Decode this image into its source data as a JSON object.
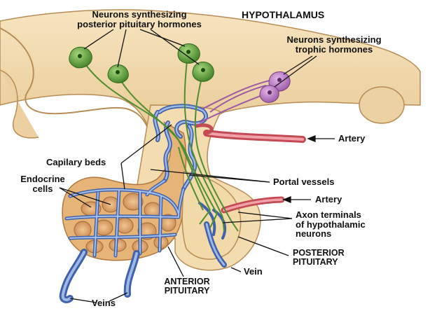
{
  "labels": {
    "posterior_neurons": [
      "Neurons synthesizing",
      "posterior pituitary hormones"
    ],
    "hypothalamus": "HYPOTHALAMUS",
    "trophic_neurons": [
      "Neurons synthesizing",
      "trophic hormones"
    ],
    "artery_upper": "Artery",
    "capillary_beds": "Capilary beds",
    "endocrine_cells": [
      "Endocrine",
      "cells"
    ],
    "portal_vessels": "Portal vessels",
    "artery_lower": "Artery",
    "axon_terminals": [
      "Axon terminals",
      "of hypothalamic",
      "neurons"
    ],
    "posterior_pituitary": [
      "POSTERIOR",
      "PITUITARY"
    ],
    "vein": "Vein",
    "anterior_pituitary": [
      "ANTERIOR",
      "PITUITARY"
    ],
    "veins": "Veins"
  },
  "colors": {
    "tissue": "#f2dcae",
    "tissue_dark": "#e3bf84",
    "anterior": "#e9b576",
    "cell": "#d8985c",
    "vein": "#5a7fc4",
    "vein_light": "#9fb8e6",
    "artery": "#e0707a",
    "neuron_green": "#5f9e3e",
    "neuron_pink": "#b879be",
    "leader": "#111111"
  }
}
